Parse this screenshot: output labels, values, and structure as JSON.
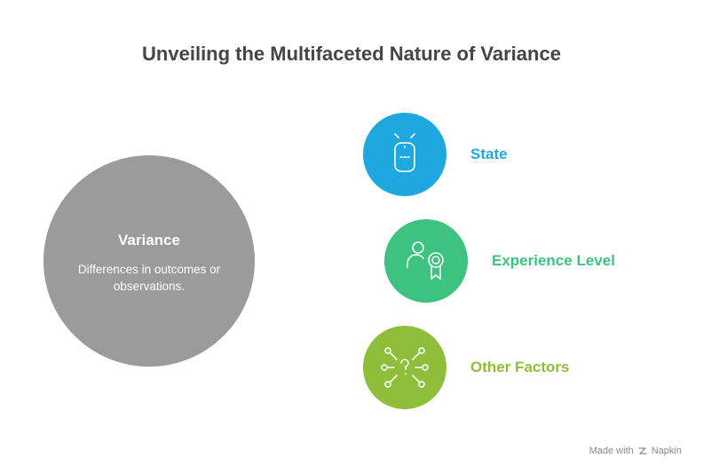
{
  "title": "Unveiling the Multifaceted Nature of Variance",
  "main": {
    "title": "Variance",
    "description": "Differences in outcomes or observations."
  },
  "nodes": [
    {
      "label": "State",
      "color": "#1ea8df",
      "icon": "smartphone-signal-icon"
    },
    {
      "label": "Experience Level",
      "color": "#3dc27f",
      "icon": "person-certificate-icon"
    },
    {
      "label": "Other Factors",
      "color": "#8fbe3a",
      "icon": "question-network-icon"
    }
  ],
  "footer": {
    "made_with": "Made with",
    "brand": "Napkin"
  }
}
